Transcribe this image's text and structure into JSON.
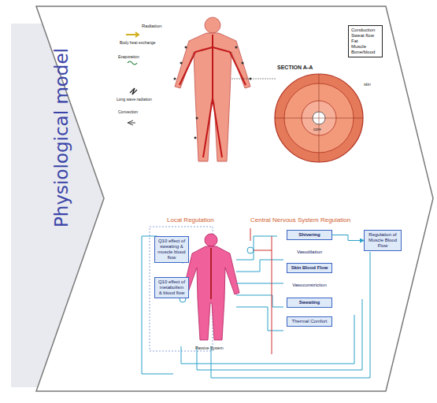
{
  "diagram": {
    "title": "Physiological model",
    "nodes": [
      {
        "text": [
          "Q10 effect of sweating & muscle blood flow"
        ]
      },
      {
        "text": [
          "Q10 effect of metabolism & blood flow"
        ]
      },
      {
        "text": [
          "Shivering"
        ]
      },
      {
        "text": [
          "Vasodilation"
        ]
      },
      {
        "text": [
          "Skin Blood Flow"
        ]
      },
      {
        "text": [
          "Vasoconstriction"
        ]
      },
      {
        "text": [
          "Sweating"
        ]
      },
      {
        "text": [
          "Thermal Comfort"
        ]
      },
      {
        "text": [
          "Regulation of Muscle Blood Flow"
        ]
      },
      {
        "text": [
          "Conduction",
          "Sweat flow",
          "Fat",
          "Muscle",
          "Bone/blood"
        ]
      }
    ],
    "edges": [
      {
        "from": 2,
        "to": 8,
        "arrow": "to"
      }
    ],
    "labels": [
      "Radiation",
      "Body heat exchange",
      "Evaporation",
      "Long wave radiation",
      "Convection",
      "SECTION A-A",
      "Local Regulation",
      "Central Nervous System Regulation",
      "Passive System",
      "skin",
      "core"
    ]
  }
}
